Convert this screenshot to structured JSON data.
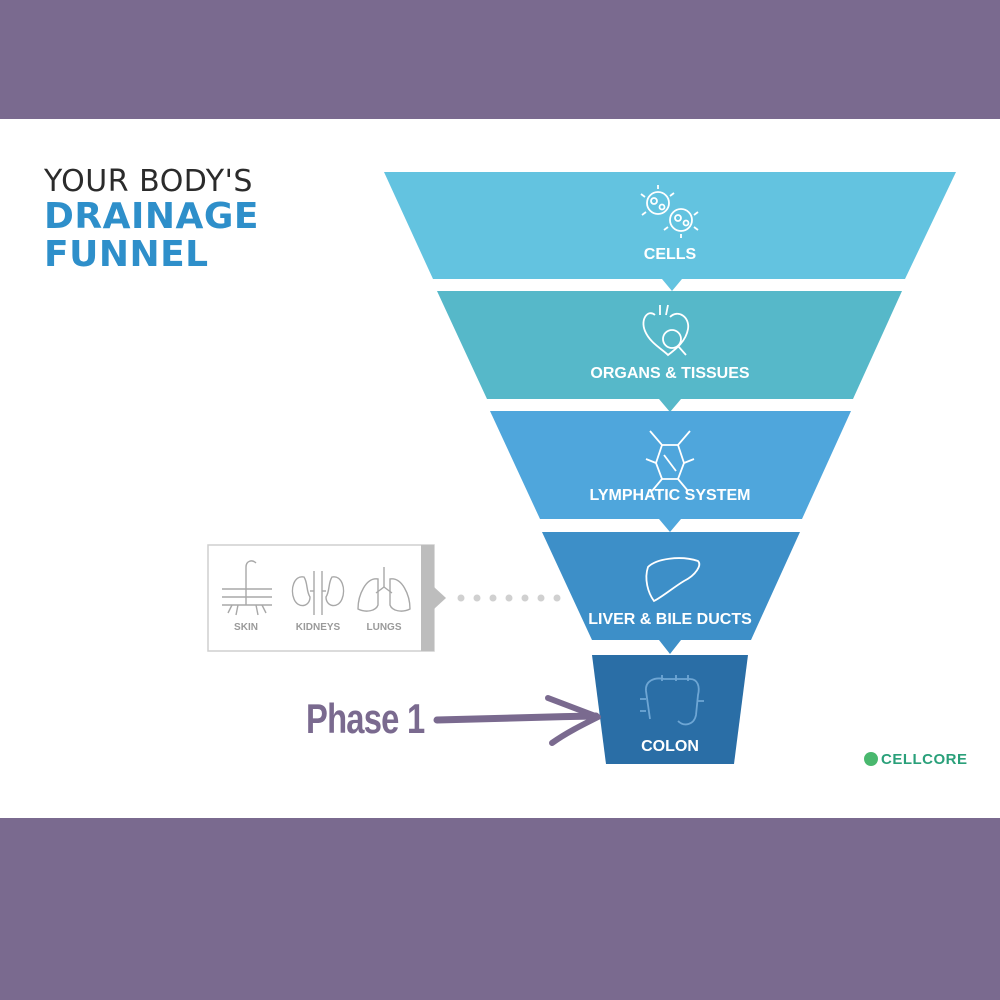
{
  "title": {
    "line1": "YOUR BODY'S",
    "line2": "DRAINAGE",
    "line3": "FUNNEL"
  },
  "funnel": {
    "segments": [
      {
        "label": "CELLS",
        "icon": "cells-icon",
        "color": "#63c3e0"
      },
      {
        "label": "ORGANS & TISSUES",
        "icon": "organs-icon",
        "color": "#56b8c9"
      },
      {
        "label": "LYMPHATIC SYSTEM",
        "icon": "lymphatic-icon",
        "color": "#4fa6dc"
      },
      {
        "label": "LIVER & BILE DUCTS",
        "icon": "liver-icon",
        "color": "#3d8fc8"
      },
      {
        "label": "COLON",
        "icon": "colon-icon",
        "color": "#2a6ea6"
      }
    ]
  },
  "side_box": {
    "items": [
      {
        "label": "SKIN",
        "icon": "skin-icon"
      },
      {
        "label": "KIDNEYS",
        "icon": "kidneys-icon"
      },
      {
        "label": "LUNGS",
        "icon": "lungs-icon"
      }
    ]
  },
  "annotation": {
    "text": "Phase 1",
    "color": "#7a6a8f"
  },
  "logo": {
    "text": "CELLCORE"
  }
}
